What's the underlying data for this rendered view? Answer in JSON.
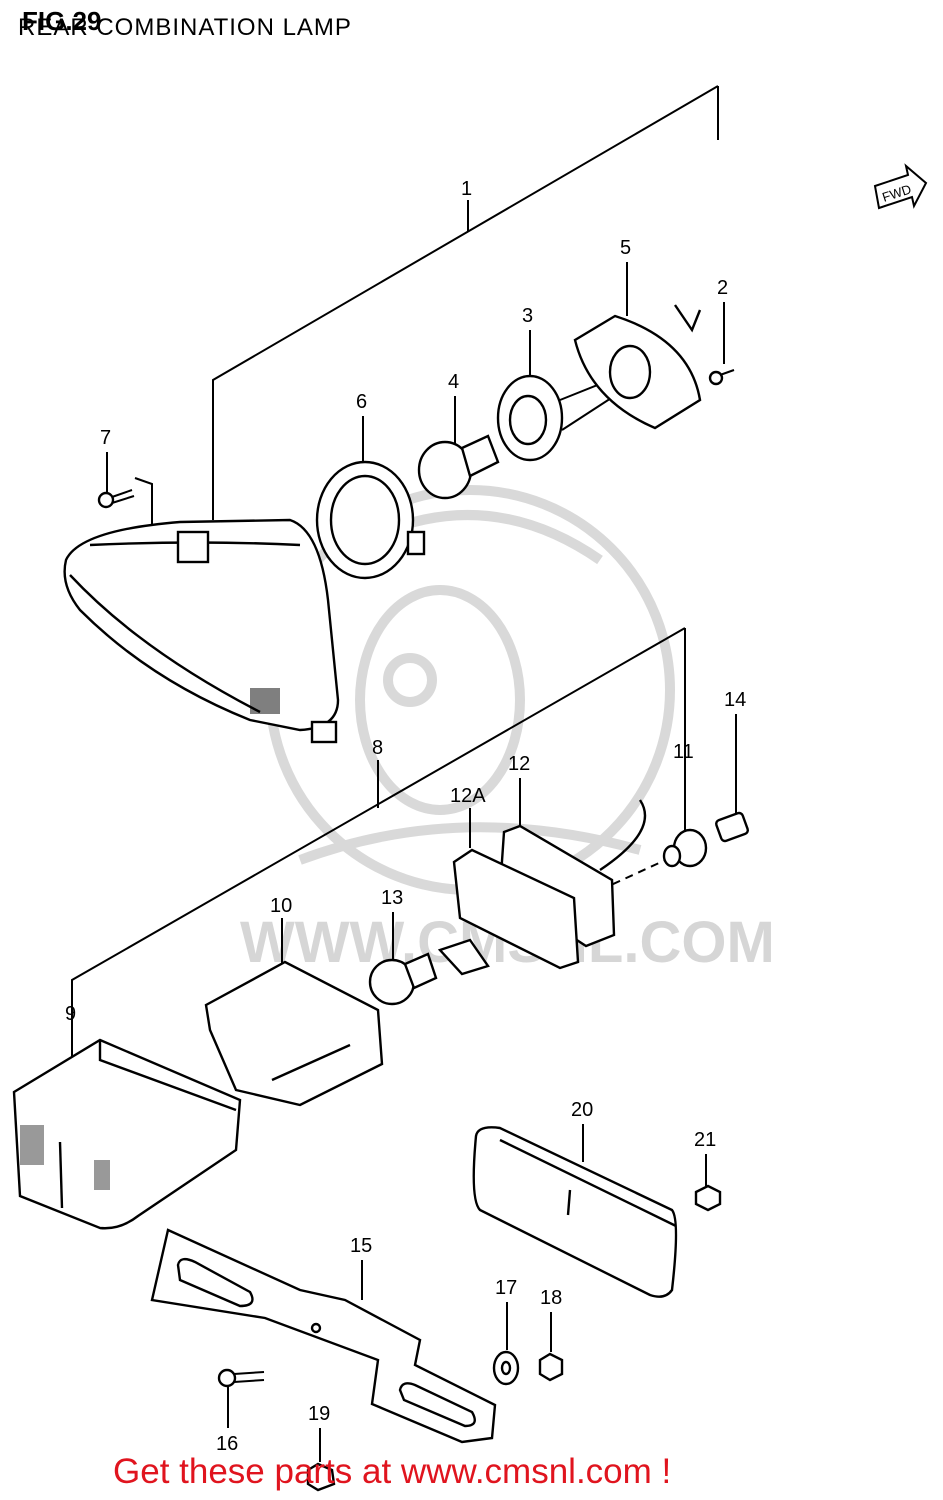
{
  "header": {
    "fig": "FIG.29",
    "title": "REAR COMBINATION LAMP"
  },
  "fwd": "FWD",
  "watermark": "WWW.CMSNL.COM",
  "labels": {
    "p1": "1",
    "p2": "2",
    "p3": "3",
    "p4": "4",
    "p5": "5",
    "p6": "6",
    "p7": "7",
    "p8": "8",
    "p9": "9",
    "p10": "10",
    "p11": "11",
    "p12": "12",
    "p12a": "12A",
    "p13": "13",
    "p14": "14",
    "p15": "15",
    "p16": "16",
    "p17": "17",
    "p18": "18",
    "p19": "19",
    "p20": "20",
    "p21": "21"
  },
  "footer": "Get these parts at www.cmsnl.com !"
}
